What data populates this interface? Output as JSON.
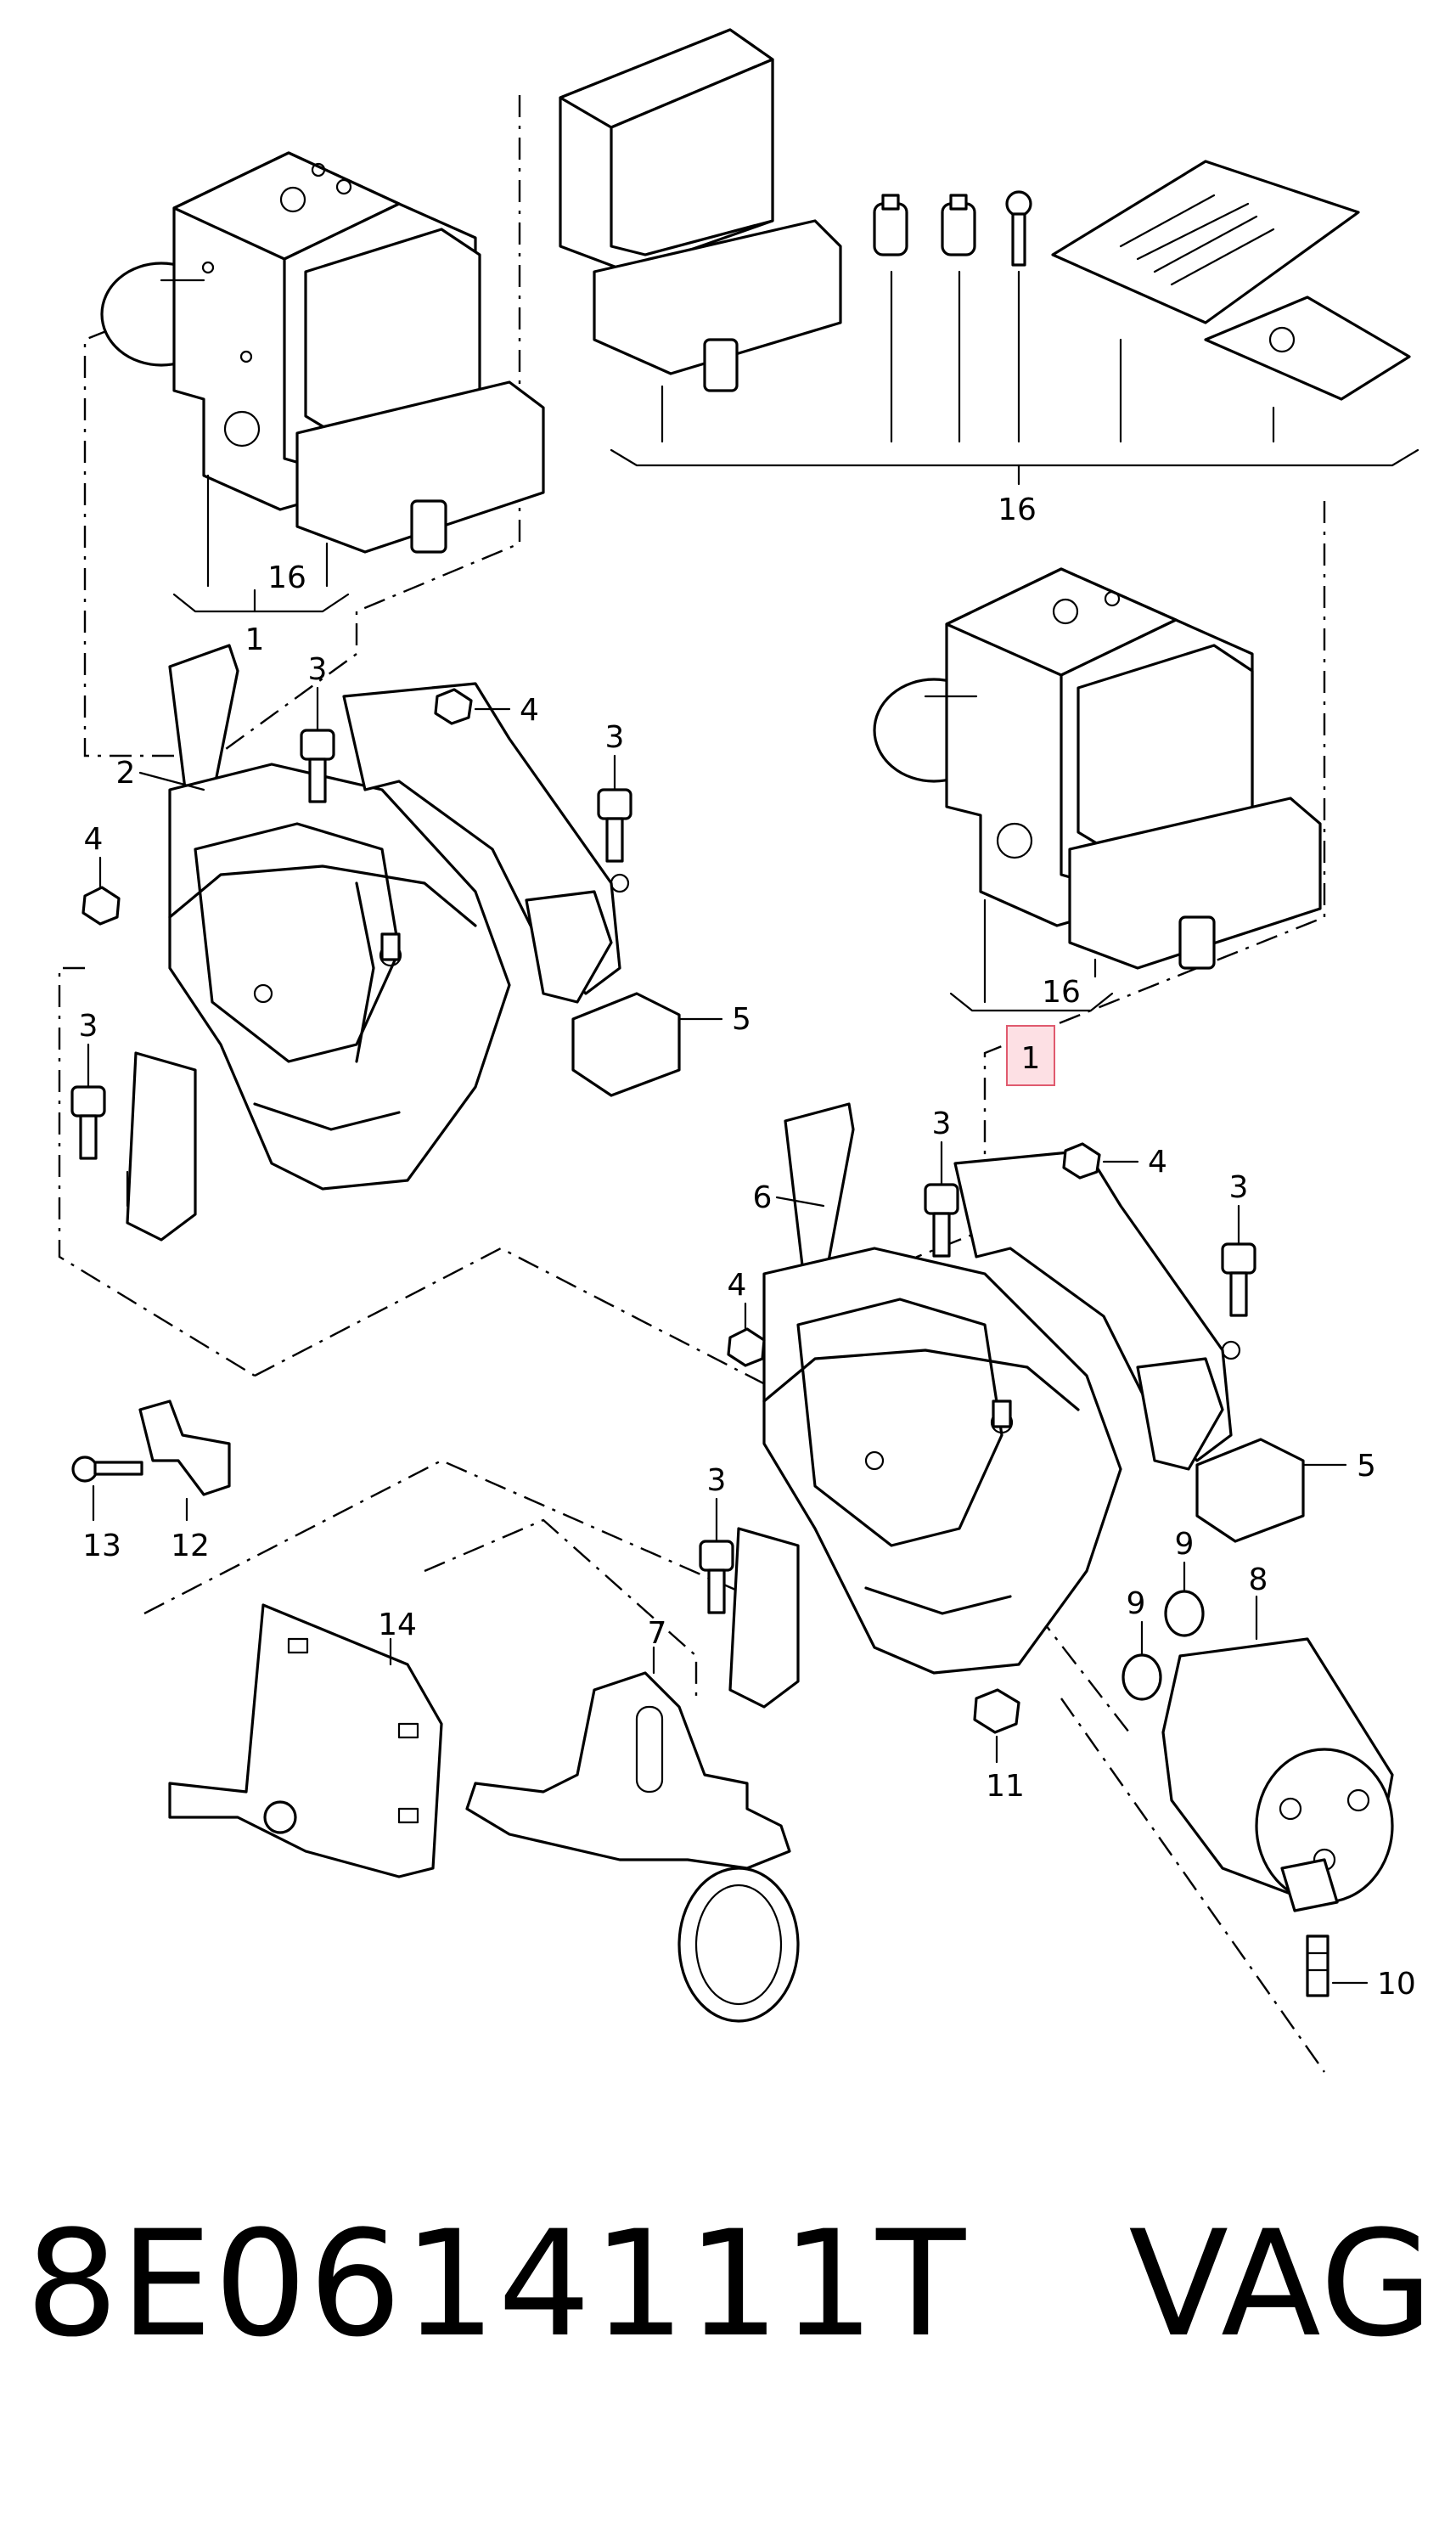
{
  "diagram": {
    "callouts": {
      "c1a": "1",
      "c1b": "1",
      "c2": "2",
      "c3a": "3",
      "c3b": "3",
      "c3c": "3",
      "c3d": "3",
      "c3e": "3",
      "c3f": "3",
      "c4a": "4",
      "c4b": "4",
      "c4c": "4",
      "c4d": "4",
      "c5a": "5",
      "c5b": "5",
      "c6": "6",
      "c7": "7",
      "c8": "8",
      "c9a": "9",
      "c9b": "9",
      "c10": "10",
      "c11": "11",
      "c12": "12",
      "c13": "13",
      "c14": "14",
      "c16a": "16",
      "c16b": "16",
      "c16c": "16"
    }
  },
  "footer": {
    "part_number": "8E0614111T",
    "brand": "VAG"
  }
}
